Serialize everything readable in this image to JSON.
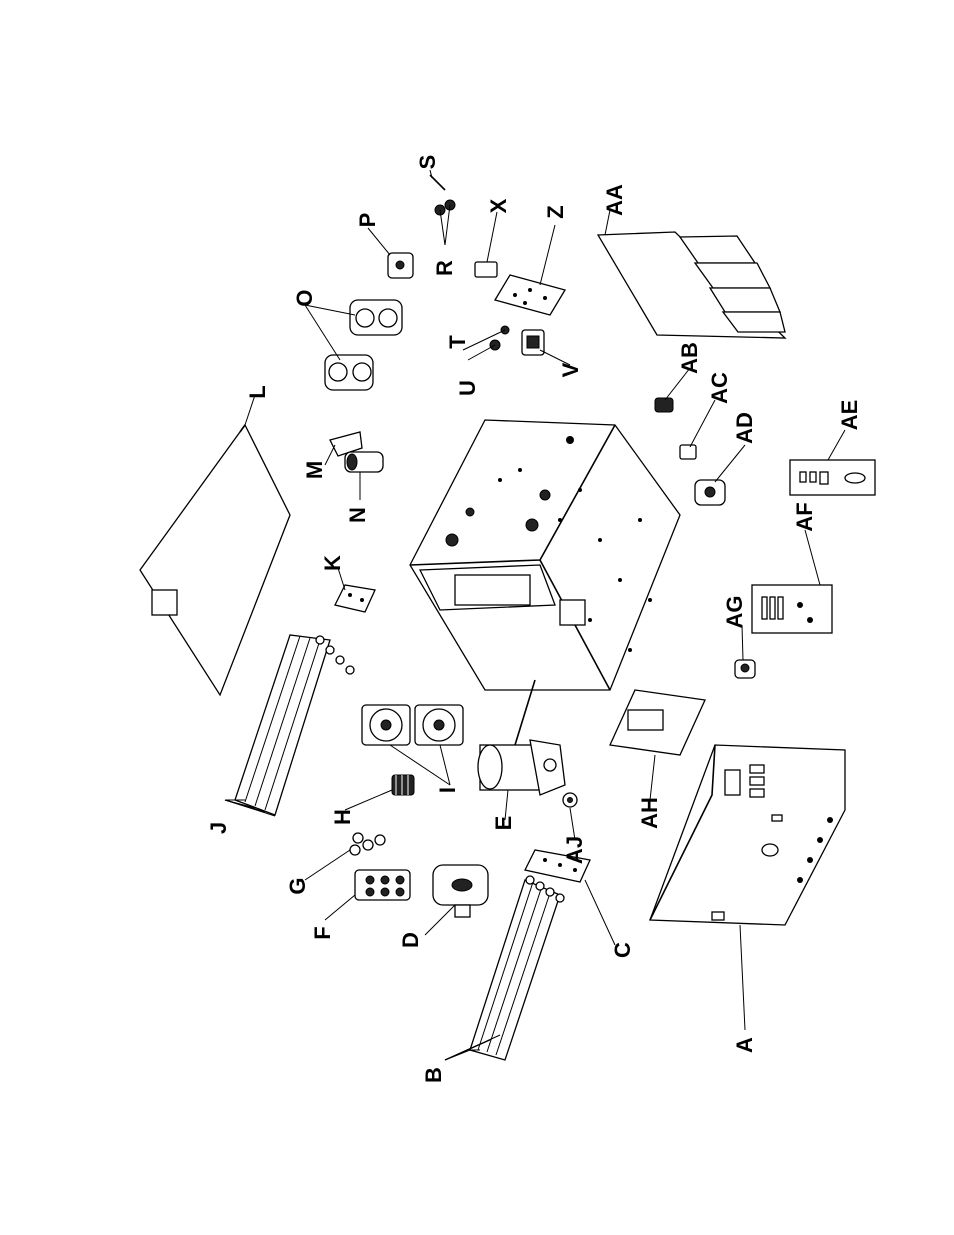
{
  "diagram": {
    "labels": {
      "A": "A",
      "B": "B",
      "C": "C",
      "D": "D",
      "E": "E",
      "F": "F",
      "G": "G",
      "H": "H",
      "I": "I",
      "J": "J",
      "K": "K",
      "L": "L",
      "M": "M",
      "N": "N",
      "O": "O",
      "P": "P",
      "R": "R",
      "S": "S",
      "T": "T",
      "U": "U",
      "V": "V",
      "X": "X",
      "Z": "Z",
      "AA": "AA",
      "AB": "AB",
      "AC": "AC",
      "AD": "AD",
      "AE": "AE",
      "AF": "AF",
      "AG": "AG",
      "AH": "AH",
      "AJ": "AJ"
    }
  }
}
